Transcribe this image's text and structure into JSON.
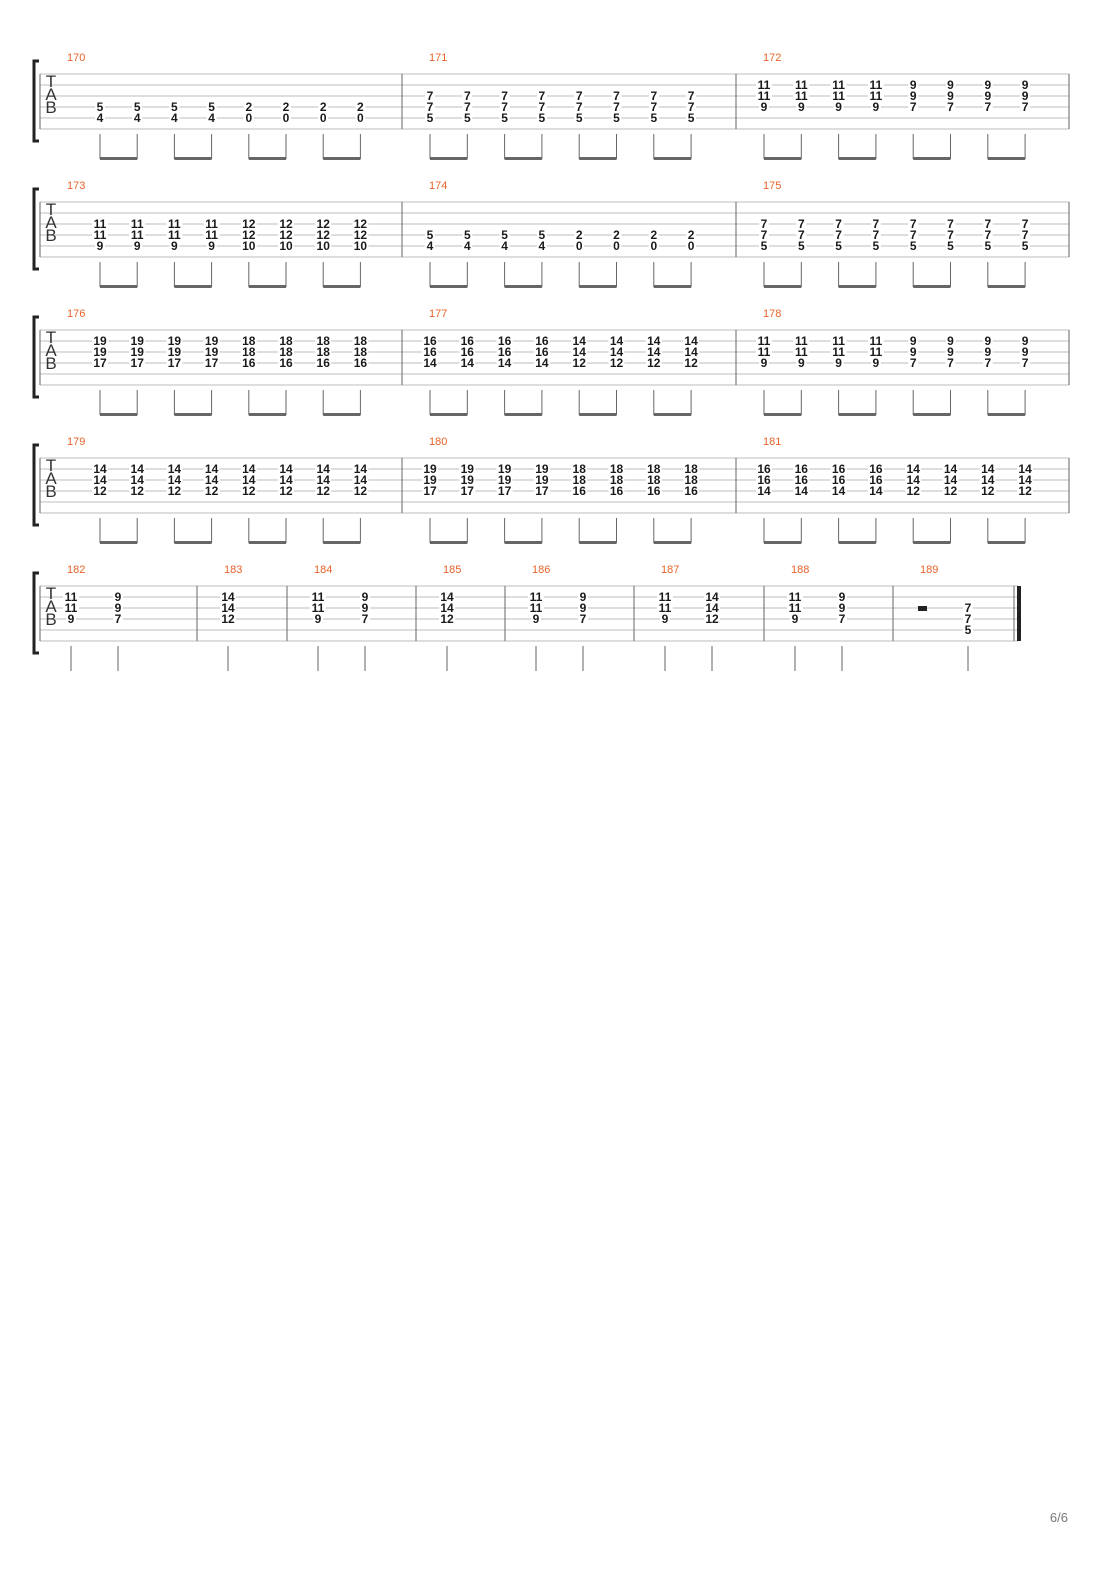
{
  "colors": {
    "measure_number": "#e8632a",
    "staff_line": "#bcbcbc",
    "barline": "#666666",
    "fret_text": "#1a1a1a",
    "stem": "#666666",
    "beam": "#666666",
    "bracket": "#222222"
  },
  "clef": [
    "T",
    "A",
    "B"
  ],
  "page_number": "6/6",
  "systems": [
    {
      "measures": [
        {
          "number": "170",
          "beats": [
            [
              "5",
              "4"
            ],
            [
              "5",
              "4"
            ],
            [
              "5",
              "4"
            ],
            [
              "5",
              "4"
            ],
            [
              "2",
              "0"
            ],
            [
              "2",
              "0"
            ],
            [
              "2",
              "0"
            ],
            [
              "2",
              "0"
            ]
          ],
          "strings": [
            4,
            5
          ],
          "beamed": true
        },
        {
          "number": "171",
          "beats": [
            [
              "7",
              "7",
              "5"
            ],
            [
              "7",
              "7",
              "5"
            ],
            [
              "7",
              "7",
              "5"
            ],
            [
              "7",
              "7",
              "5"
            ],
            [
              "7",
              "7",
              "5"
            ],
            [
              "7",
              "7",
              "5"
            ],
            [
              "7",
              "7",
              "5"
            ],
            [
              "7",
              "7",
              "5"
            ]
          ],
          "strings": [
            3,
            4,
            5
          ],
          "beamed": true
        },
        {
          "number": "172",
          "beats": [
            [
              "11",
              "11",
              "9"
            ],
            [
              "11",
              "11",
              "9"
            ],
            [
              "11",
              "11",
              "9"
            ],
            [
              "11",
              "11",
              "9"
            ],
            [
              "9",
              "9",
              "7"
            ],
            [
              "9",
              "9",
              "7"
            ],
            [
              "9",
              "9",
              "7"
            ],
            [
              "9",
              "9",
              "7"
            ]
          ],
          "strings": [
            2,
            3,
            4
          ],
          "beamed": true
        }
      ]
    },
    {
      "measures": [
        {
          "number": "173",
          "beats": [
            [
              "11",
              "11",
              "9"
            ],
            [
              "11",
              "11",
              "9"
            ],
            [
              "11",
              "11",
              "9"
            ],
            [
              "11",
              "11",
              "9"
            ],
            [
              "12",
              "12",
              "10"
            ],
            [
              "12",
              "12",
              "10"
            ],
            [
              "12",
              "12",
              "10"
            ],
            [
              "12",
              "12",
              "10"
            ]
          ],
          "strings": [
            3,
            4,
            5
          ],
          "beamed": true
        },
        {
          "number": "174",
          "beats": [
            [
              "5",
              "4"
            ],
            [
              "5",
              "4"
            ],
            [
              "5",
              "4"
            ],
            [
              "5",
              "4"
            ],
            [
              "2",
              "0"
            ],
            [
              "2",
              "0"
            ],
            [
              "2",
              "0"
            ],
            [
              "2",
              "0"
            ]
          ],
          "strings": [
            4,
            5
          ],
          "beamed": true
        },
        {
          "number": "175",
          "beats": [
            [
              "7",
              "7",
              "5"
            ],
            [
              "7",
              "7",
              "5"
            ],
            [
              "7",
              "7",
              "5"
            ],
            [
              "7",
              "7",
              "5"
            ],
            [
              "7",
              "7",
              "5"
            ],
            [
              "7",
              "7",
              "5"
            ],
            [
              "7",
              "7",
              "5"
            ],
            [
              "7",
              "7",
              "5"
            ]
          ],
          "strings": [
            3,
            4,
            5
          ],
          "beamed": true
        }
      ]
    },
    {
      "measures": [
        {
          "number": "176",
          "beats": [
            [
              "19",
              "19",
              "17"
            ],
            [
              "19",
              "19",
              "17"
            ],
            [
              "19",
              "19",
              "17"
            ],
            [
              "19",
              "19",
              "17"
            ],
            [
              "18",
              "18",
              "16"
            ],
            [
              "18",
              "18",
              "16"
            ],
            [
              "18",
              "18",
              "16"
            ],
            [
              "18",
              "18",
              "16"
            ]
          ],
          "strings": [
            2,
            3,
            4
          ],
          "beamed": true
        },
        {
          "number": "177",
          "beats": [
            [
              "16",
              "16",
              "14"
            ],
            [
              "16",
              "16",
              "14"
            ],
            [
              "16",
              "16",
              "14"
            ],
            [
              "16",
              "16",
              "14"
            ],
            [
              "14",
              "14",
              "12"
            ],
            [
              "14",
              "14",
              "12"
            ],
            [
              "14",
              "14",
              "12"
            ],
            [
              "14",
              "14",
              "12"
            ]
          ],
          "strings": [
            2,
            3,
            4
          ],
          "beamed": true
        },
        {
          "number": "178",
          "beats": [
            [
              "11",
              "11",
              "9"
            ],
            [
              "11",
              "11",
              "9"
            ],
            [
              "11",
              "11",
              "9"
            ],
            [
              "11",
              "11",
              "9"
            ],
            [
              "9",
              "9",
              "7"
            ],
            [
              "9",
              "9",
              "7"
            ],
            [
              "9",
              "9",
              "7"
            ],
            [
              "9",
              "9",
              "7"
            ]
          ],
          "strings": [
            2,
            3,
            4
          ],
          "beamed": true
        }
      ]
    },
    {
      "measures": [
        {
          "number": "179",
          "beats": [
            [
              "14",
              "14",
              "12"
            ],
            [
              "14",
              "14",
              "12"
            ],
            [
              "14",
              "14",
              "12"
            ],
            [
              "14",
              "14",
              "12"
            ],
            [
              "14",
              "14",
              "12"
            ],
            [
              "14",
              "14",
              "12"
            ],
            [
              "14",
              "14",
              "12"
            ],
            [
              "14",
              "14",
              "12"
            ]
          ],
          "strings": [
            2,
            3,
            4
          ],
          "beamed": true
        },
        {
          "number": "180",
          "beats": [
            [
              "19",
              "19",
              "17"
            ],
            [
              "19",
              "19",
              "17"
            ],
            [
              "19",
              "19",
              "17"
            ],
            [
              "19",
              "19",
              "17"
            ],
            [
              "18",
              "18",
              "16"
            ],
            [
              "18",
              "18",
              "16"
            ],
            [
              "18",
              "18",
              "16"
            ],
            [
              "18",
              "18",
              "16"
            ]
          ],
          "strings": [
            2,
            3,
            4
          ],
          "beamed": true
        },
        {
          "number": "181",
          "beats": [
            [
              "16",
              "16",
              "14"
            ],
            [
              "16",
              "16",
              "14"
            ],
            [
              "16",
              "16",
              "14"
            ],
            [
              "16",
              "16",
              "14"
            ],
            [
              "14",
              "14",
              "12"
            ],
            [
              "14",
              "14",
              "12"
            ],
            [
              "14",
              "14",
              "12"
            ],
            [
              "14",
              "14",
              "12"
            ]
          ],
          "strings": [
            2,
            3,
            4
          ],
          "beamed": true
        }
      ]
    },
    {
      "measures": [
        {
          "number": "182",
          "beats": [
            [
              "11",
              "11",
              "9"
            ],
            [
              "9",
              "9",
              "7"
            ]
          ],
          "strings": [
            2,
            3,
            4
          ],
          "beamed": false
        },
        {
          "number": "183",
          "beats": [
            [
              "14",
              "14",
              "12"
            ]
          ],
          "strings": [
            2,
            3,
            4
          ],
          "beamed": false
        },
        {
          "number": "184",
          "beats": [
            [
              "11",
              "11",
              "9"
            ],
            [
              "9",
              "9",
              "7"
            ]
          ],
          "strings": [
            2,
            3,
            4
          ],
          "beamed": false
        },
        {
          "number": "185",
          "beats": [
            [
              "14",
              "14",
              "12"
            ]
          ],
          "strings": [
            2,
            3,
            4
          ],
          "beamed": false
        },
        {
          "number": "186",
          "beats": [
            [
              "11",
              "11",
              "9"
            ],
            [
              "9",
              "9",
              "7"
            ]
          ],
          "strings": [
            2,
            3,
            4
          ],
          "beamed": false
        },
        {
          "number": "187",
          "beats": [
            [
              "11",
              "11",
              "9"
            ],
            [
              "14",
              "14",
              "12"
            ]
          ],
          "strings": [
            2,
            3,
            4
          ],
          "beamed": false
        },
        {
          "number": "188",
          "beats": [
            [
              "11",
              "11",
              "9"
            ],
            [
              "9",
              "9",
              "7"
            ]
          ],
          "strings": [
            2,
            3,
            4
          ],
          "beamed": false
        },
        {
          "number": "189",
          "beats": [
            [
              "7",
              "7",
              "5"
            ]
          ],
          "strings": [
            3,
            4,
            5
          ],
          "beamed": false,
          "rest": true,
          "final_barline": true
        }
      ]
    }
  ]
}
